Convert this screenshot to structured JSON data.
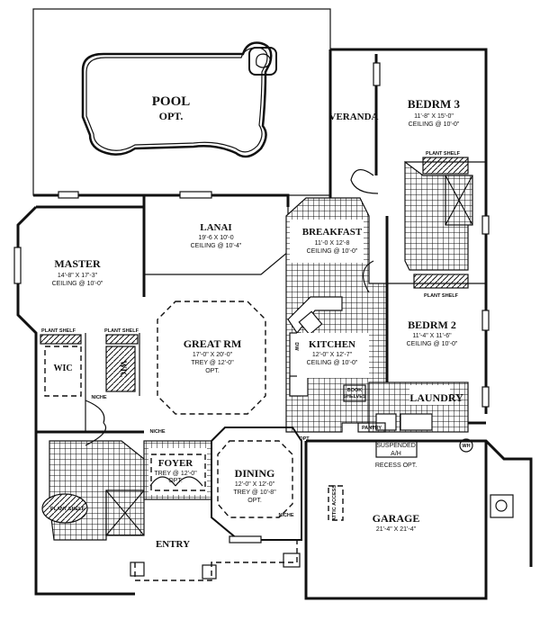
{
  "title": "Floor Plan",
  "colors": {
    "ink": "#111111",
    "paper": "#ffffff"
  },
  "rooms": {
    "pool": {
      "name": "POOL",
      "note": "OPT."
    },
    "veranda": {
      "name": "VERANDA"
    },
    "bedroom3": {
      "name": "BEDRM 3",
      "size": "11'-8\" X 15'-0\"",
      "ceiling": "CEILING @ 10'-0\""
    },
    "lanai": {
      "name": "LANAI",
      "size": "19'-6 X 10'-0",
      "ceiling": "CEILING @ 10'-4\""
    },
    "breakfast": {
      "name": "BREAKFAST",
      "size": "11'-0 X 12'-8",
      "ceiling": "CEILING @ 10'-0\""
    },
    "master": {
      "name": "MASTER",
      "size": "14'-8\" X 17'-3\"",
      "ceiling": "CEILING @ 10'-0\""
    },
    "great_room": {
      "name": "GREAT RM",
      "size": "17'-0\" X 20'-0\"",
      "ceiling": "TREY @ 12'-0\"",
      "note": "OPT."
    },
    "kitchen": {
      "name": "KITCHEN",
      "size": "12'-0\" X 12'-7\"",
      "ceiling": "CEILING @ 10'-0\""
    },
    "bedroom2": {
      "name": "BEDRM 2",
      "size": "11'-4\" X 11'-6\"",
      "ceiling": "CEILING @ 10'-0\""
    },
    "laundry": {
      "name": "LAUNDRY"
    },
    "foyer": {
      "name": "FOYER",
      "ceiling": "TREY @ 12'-0\"",
      "note": "OPT."
    },
    "dining": {
      "name": "DINING",
      "size": "12'-0\" X 12'-0\"",
      "ceiling": "TREY @ 10'-8\"",
      "note": "OPT."
    },
    "garage": {
      "name": "GARAGE",
      "size": "21'-4\" X 21'-4\""
    },
    "entry": {
      "name": "ENTRY"
    },
    "wic1": {
      "name": "WIC"
    },
    "wic2": {
      "name": "WIC"
    }
  },
  "labels": {
    "plant_shelf": "PLANT SHELF",
    "niche": "NICHE",
    "book_shelves_1": "BOOK",
    "book_shelves_2": "SHELVES",
    "pantry": "PANTRY",
    "suspended_1": "SUSPENDED",
    "suspended_2": "A/H",
    "recess": "RECESS OPT.",
    "wh": "WH",
    "attic": "ATTIC ACCESS",
    "opt": "OPT",
    "dw": "DW"
  }
}
